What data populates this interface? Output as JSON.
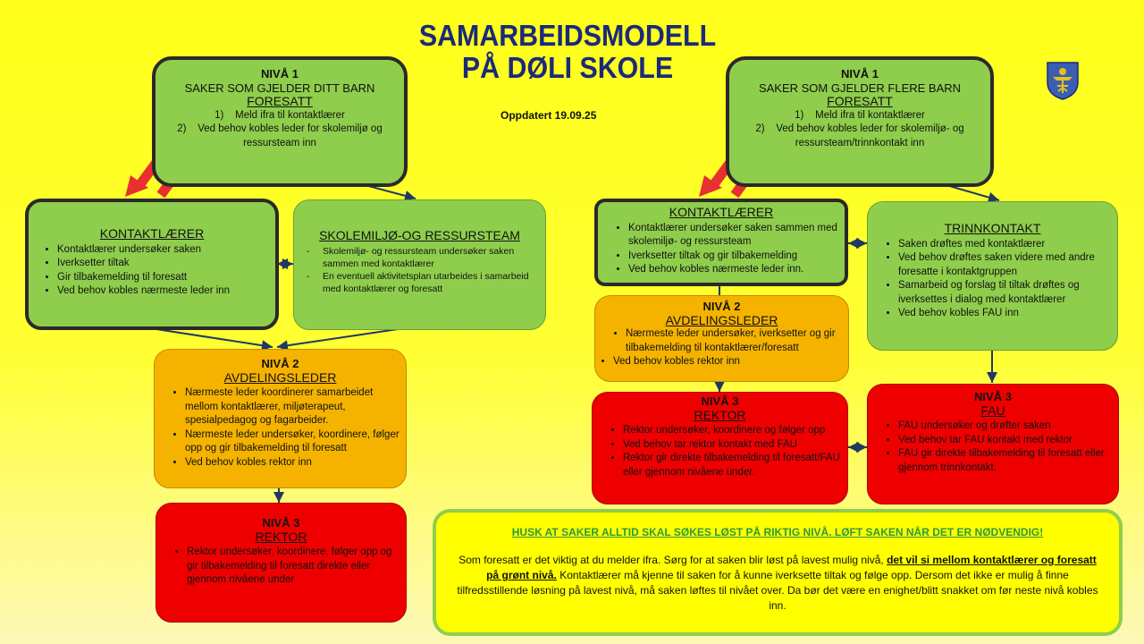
{
  "title_line1": "SAMARBEIDSMODELL",
  "title_line2": "PÅ DØLI SKOLE",
  "updated": "Oppdatert 19.09.25",
  "left": {
    "niva1": {
      "heading": "NIVÅ 1",
      "subtitle": "SAKER SOM GJELDER DITT BARN",
      "role": "FORESATT",
      "items": [
        "1)    Meld ifra til kontaktlærer",
        "2)    Ved behov kobles leder for skolemiljø og",
        "ressursteam inn"
      ]
    },
    "kontaktlaerer": {
      "role": "KONTAKTLÆRER",
      "items": [
        "Kontaktlærer undersøker saken",
        "Iverksetter tiltak",
        "Gir tilbakemelding til foresatt",
        "Ved behov kobles nærmeste leder inn"
      ]
    },
    "skolemiljo": {
      "role": "SKOLEMILJØ-OG RESSURSTEAM",
      "items": [
        "Skolemiljø- og ressursteam undersøker saken sammen med kontaktlærer",
        "En eventuell aktivitetsplan utarbeides i samarbeid med kontaktlærer og foresatt"
      ]
    },
    "niva2": {
      "heading": "NIVÅ 2",
      "role": "AVDELINGSLEDER",
      "items": [
        "Nærmeste leder koordinerer samarbeidet mellom kontaktlærer, miljøterapeut, spesialpedagog og fagarbeider.",
        "Nærmeste leder undersøker, koordinere, følger opp og gir tilbakemelding til foresatt",
        "Ved behov kobles rektor inn"
      ]
    },
    "niva3": {
      "heading": "NIVÅ 3",
      "role": "REKTOR",
      "items": [
        "Rektor undersøker, koordinere, følger opp og gir tilbakemelding til foresatt direkte eller gjennom nivåene under"
      ]
    }
  },
  "right": {
    "niva1": {
      "heading": "NIVÅ 1",
      "subtitle": "SAKER SOM GJELDER FLERE BARN",
      "role": "FORESATT",
      "items": [
        "1)    Meld ifra til kontaktlærer",
        "2)    Ved behov kobles leder for skolemiljø- og",
        "ressursteam/trinnkontakt inn"
      ]
    },
    "kontaktlaerer": {
      "role": "KONTAKTLÆRER",
      "items": [
        "Kontaktlærer undersøker saken sammen med skolemiljø- og ressursteam",
        "Iverksetter tiltak og gir tilbakemelding",
        "Ved behov kobles nærmeste leder inn."
      ]
    },
    "trinnkontakt": {
      "role": "TRINNKONTAKT",
      "items": [
        "Saken drøftes med kontaktlærer",
        "Ved behov drøftes saken videre med andre foresatte i kontaktgruppen",
        "Samarbeid og forslag til tiltak drøftes og iverksettes i dialog med kontaktlærer",
        "Ved behov kobles FAU inn"
      ]
    },
    "niva2": {
      "heading": "NIVÅ 2",
      "role": "AVDELINGSLEDER",
      "items": [
        "Nærmeste leder undersøker, iverksetter og gir tilbakemelding til kontaktlærer/foresatt",
        "Ved behov kobles rektor inn"
      ]
    },
    "niva3_rektor": {
      "heading": "NIVÅ 3",
      "role": "REKTOR",
      "items": [
        "Rektor undersøker, koordinere og følger opp",
        "Ved behov tar rektor kontakt med FAU",
        "Rektor gir direkte tilbakemelding til foresatt/FAU eller gjennom nivåene under."
      ]
    },
    "niva3_fau": {
      "heading": "NIVÅ 3",
      "role": "FAU",
      "items": [
        "FAU undersøker og drøfter saken",
        "Ved behov tar FAU kontakt med rektor",
        "FAU gir direkte tilbakemelding til foresatt eller gjennom trinnkontakt."
      ]
    }
  },
  "husk": {
    "heading": "HUSK AT SAKER ALLTID SKAL SØKES LØST PÅ RIKTIG NIVÅ. LØFT SAKEN NÅR DET ER NØDVENDIG!",
    "text1": "Som foresatt er det viktig at du melder ifra. Sørg for at saken blir løst på lavest mulig nivå, ",
    "bold": "det vil si mellom kontaktlærer og foresatt på grønt nivå.",
    "text2": " Kontaktlærer må kjenne til saken for å kunne iverksette tiltak og følge opp. Dersom det ikke er mulig å finne tilfredsstillende løsning på lavest nivå, må saken løftes til nivået over. Da bør det være en enighet/blitt snakket om før neste nivå kobles inn."
  },
  "colors": {
    "green": "#8fce4c",
    "orange": "#f5b300",
    "red": "#ee0000",
    "title": "#1a2a7a",
    "husk_heading": "#2c9a3a"
  },
  "icons": [
    "crest-icon",
    "red-arrow-icon"
  ]
}
